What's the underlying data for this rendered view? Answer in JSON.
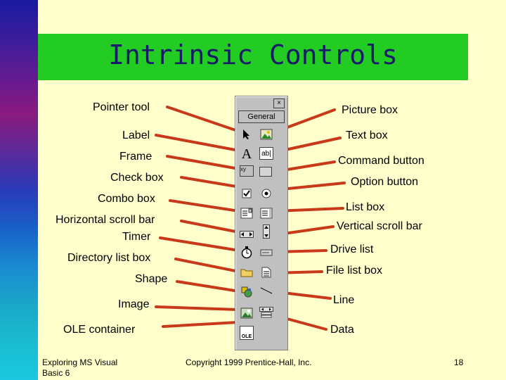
{
  "slide": {
    "title": "Intrinsic Controls",
    "left_labels": [
      "Pointer tool",
      "Label",
      "Frame",
      "Check box",
      "Combo box",
      "Horizontal scroll bar",
      "Timer",
      "Directory list box",
      "Shape",
      "Image",
      "OLE container"
    ],
    "right_labels": [
      "Picture box",
      "Text box",
      "Command button",
      "Option button",
      "List box",
      "Vertical scroll bar",
      "Drive list",
      "File list box",
      "Line",
      "Data"
    ],
    "footer_left_line1": "Exploring MS Visual",
    "footer_left_line2": "Basic 6",
    "footer_center": "Copyright 1999 Prentice-Hall, Inc.",
    "page_number": "18"
  },
  "toolbox": {
    "close": "×",
    "tab_label": "General",
    "label_glyph": "A",
    "textbox_glyph": "ab|",
    "frame_glyph": "xy",
    "ole_glyph": "OLE"
  },
  "colors": {
    "background": "#ffffcc",
    "title_bar": "#22cc22",
    "title_text": "#1a1a6a",
    "arrow": "#c8391a"
  }
}
